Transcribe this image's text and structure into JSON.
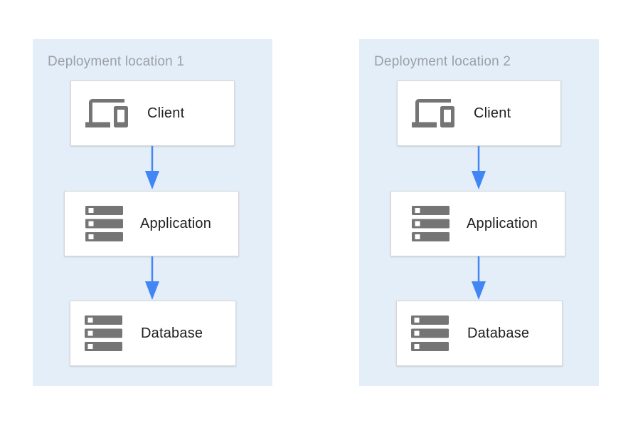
{
  "diagram": {
    "type": "architecture-diagram",
    "colors": {
      "page_background": "#FFFFFF",
      "panel_background": "#E4EEF9",
      "box_background": "#FFFFFF",
      "box_border": "#D7D7D7",
      "title_gray": "#9AA0A6",
      "label_color": "#212121",
      "icon_gray": "#757575",
      "arrow_blue": "#4285F4"
    },
    "panels": [
      {
        "title": "Deployment location 1",
        "nodes": [
          {
            "icon": "devices-icon",
            "label": "Client"
          },
          {
            "icon": "server-stack-icon",
            "label": "Application"
          },
          {
            "icon": "server-stack-icon",
            "label": "Database"
          }
        ],
        "edges": [
          {
            "from": "Client",
            "to": "Application",
            "direction": "down"
          },
          {
            "from": "Application",
            "to": "Database",
            "direction": "down"
          }
        ]
      },
      {
        "title": "Deployment location 2",
        "nodes": [
          {
            "icon": "devices-icon",
            "label": "Client"
          },
          {
            "icon": "server-stack-icon",
            "label": "Application"
          },
          {
            "icon": "server-stack-icon",
            "label": "Database"
          }
        ],
        "edges": [
          {
            "from": "Client",
            "to": "Application",
            "direction": "down"
          },
          {
            "from": "Application",
            "to": "Database",
            "direction": "down"
          }
        ]
      }
    ]
  }
}
